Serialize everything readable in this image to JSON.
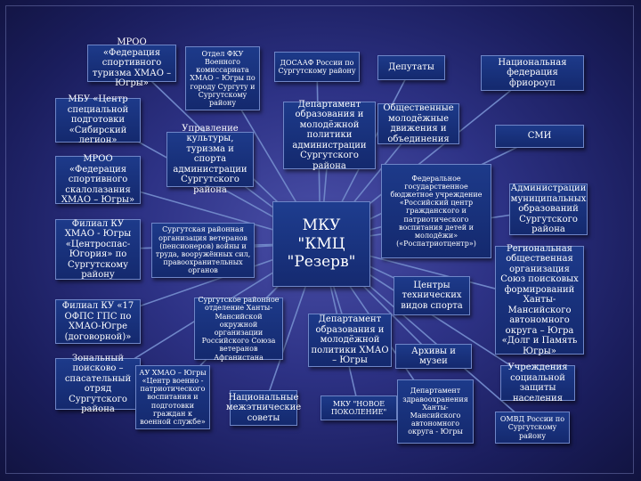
{
  "center": "МКУ\n\"КМЦ\n\"Резерв\"",
  "nodes": {
    "n1": "МРОО «Федерация спортивного туризма ХМАО – Югры»",
    "n2": "МБУ «Центр специальной подготовки «Сибирский легион»",
    "n3": "МРОО «Федерация спортивного скалолазания ХМАО – Югры»",
    "n4": "Филиал КУ ХМАО - Югры «Центроспас-Югория» по Сургутскому району",
    "n5": "Филиал КУ «17 ОФПС ГПС по ХМАО-Югре (договорной)»",
    "n6": "Зональный поисково – спасательный отряд Сургутского района",
    "n7": "Отдел ФКУ Военного комиссариата ХМАО – Югры по городу Сургуту и Сургутскому району",
    "n8": "Управление культуры, туризма и спорта администрации Сургутского района",
    "n9": "Сургутская районная организация ветеранов (пенсионеров) войны и труда, вооружённых сил, правоохранительных органов",
    "n10": "Сургутское районное отделение Ханты-Мансийской окружной организации Российского Союза ветеранов Афганистана",
    "n11": "АУ ХМАО – Югры «Центр военно - патриотического воспитания и подготовки граждан к военной службе»",
    "n12": "Национальные межэтнические советы",
    "n13": "ДОСААФ России по Сургутскому району",
    "n14": "Департамент образования и молодёжной политики администрации Сургутского района",
    "n15": "Депутаты",
    "n16": "Национальная федерация фриороуп",
    "n17": "Общественные молодёжные движения и объединения",
    "n18": "СМИ",
    "n19": "Федеральное государственное бюджетное учреждение «Российский центр гражданского и патриотического воспитания детей и молодёжи» («Роспатриотцентр»)",
    "n20": "Администрации муниципальных образований Сургутского района",
    "n21": "Региональная общественная организация Союз поисковых формирований Ханты-Мансийского автономного округа – Югра «Долг и Память Югры»",
    "n22": "Центры технических видов спорта",
    "n23": "Департамент образования и молодёжной политики ХМАО – Югры",
    "n24": "Архивы и музеи",
    "n25": "МКУ \"НОВОЕ ПОКОЛЕНИЕ\"",
    "n26": "Департамент здравоохранения Ханты-Мансийского автономного округа - Югры",
    "n27": "Учреждения социальной защиты населения",
    "n28": "ОМВД России по Сургутскому району"
  }
}
